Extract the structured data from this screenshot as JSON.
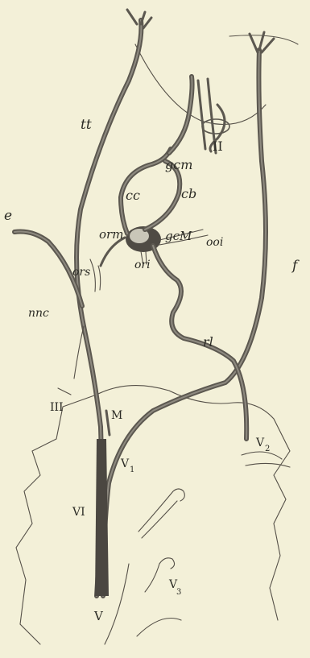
{
  "labels": {
    "tt": "tt",
    "e": "e",
    "gcm": "gcm",
    "II": "II",
    "cc": "cc",
    "cb": "cb",
    "orm": "orm",
    "gcM": "gcM",
    "ooi": "ooi",
    "f": "f",
    "ors": "ors",
    "ori": "ori",
    "nnc": "nnc",
    "rl": "rl",
    "III": "III",
    "M": "M",
    "V2": "V",
    "V2_sub": "2",
    "V1": "V",
    "V1_sub": "1",
    "VI": "VI",
    "V3": "V",
    "V3_sub": "3",
    "V": "V"
  }
}
